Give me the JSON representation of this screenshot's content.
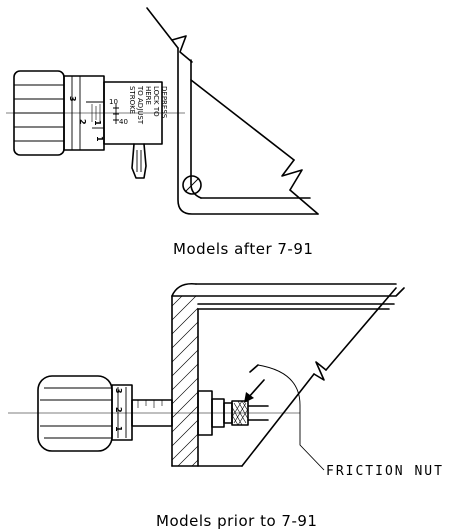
{
  "top_figure": {
    "caption": "Models after 7-91",
    "vertical_label_lines": [
      "DEPRESS",
      "LOCK TO",
      "HERE",
      "TO ADJUST",
      "STROKE"
    ],
    "scale_numbers": [
      "3",
      "2",
      "1",
      "1"
    ],
    "small_marks": [
      "10",
      "40"
    ]
  },
  "bottom_figure": {
    "caption": "Models prior to 7-91",
    "callout": "FRICTION NUT",
    "scale_numbers": [
      "3",
      "2",
      "1"
    ]
  }
}
